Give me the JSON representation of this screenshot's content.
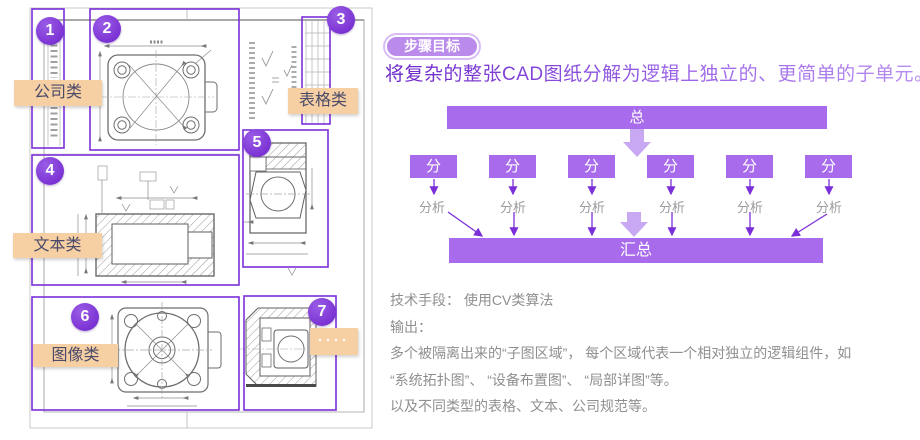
{
  "slide": {
    "badge": "步骤目标",
    "title": "将复杂的整张CAD图纸分解为逻辑上独立的、更简单的子单元。"
  },
  "cad": {
    "regions": [
      {
        "num": "1",
        "label": "公司类"
      },
      {
        "num": "2",
        "label": ""
      },
      {
        "num": "3",
        "label": "表格类"
      },
      {
        "num": "4",
        "label": "文本类"
      },
      {
        "num": "5",
        "label": ""
      },
      {
        "num": "6",
        "label": "图像类"
      },
      {
        "num": "7",
        "label": "····"
      }
    ]
  },
  "diagram": {
    "total_label": "总",
    "branch_labels": [
      "分",
      "分",
      "分",
      "分",
      "分",
      "分"
    ],
    "analysis_labels": [
      "分析",
      "分析",
      "分析",
      "分析",
      "分析",
      "分析"
    ],
    "summary_label": "汇总"
  },
  "details": {
    "line1": "技术手段： 使用CV类算法",
    "line2": "输出：",
    "line3": "多个被隔离出来的“子图区域”， 每个区域代表一个相对独立的逻辑组件，如",
    "line4": "“系统拓扑图”、 “设备布置图”、 “局部详图”等。",
    "line5": "以及不同类型的表格、文本、公司规范等。"
  },
  "colors": {
    "region_outline": "#7B2FD8",
    "badge_purple": "#7C33D6",
    "bar_purple": "#A76BEB",
    "light_arrow": "#C9A8F3",
    "label_bg": "#F6CFA2",
    "label_text": "#4A4A6A",
    "body_gray": "#8F8F8F"
  }
}
